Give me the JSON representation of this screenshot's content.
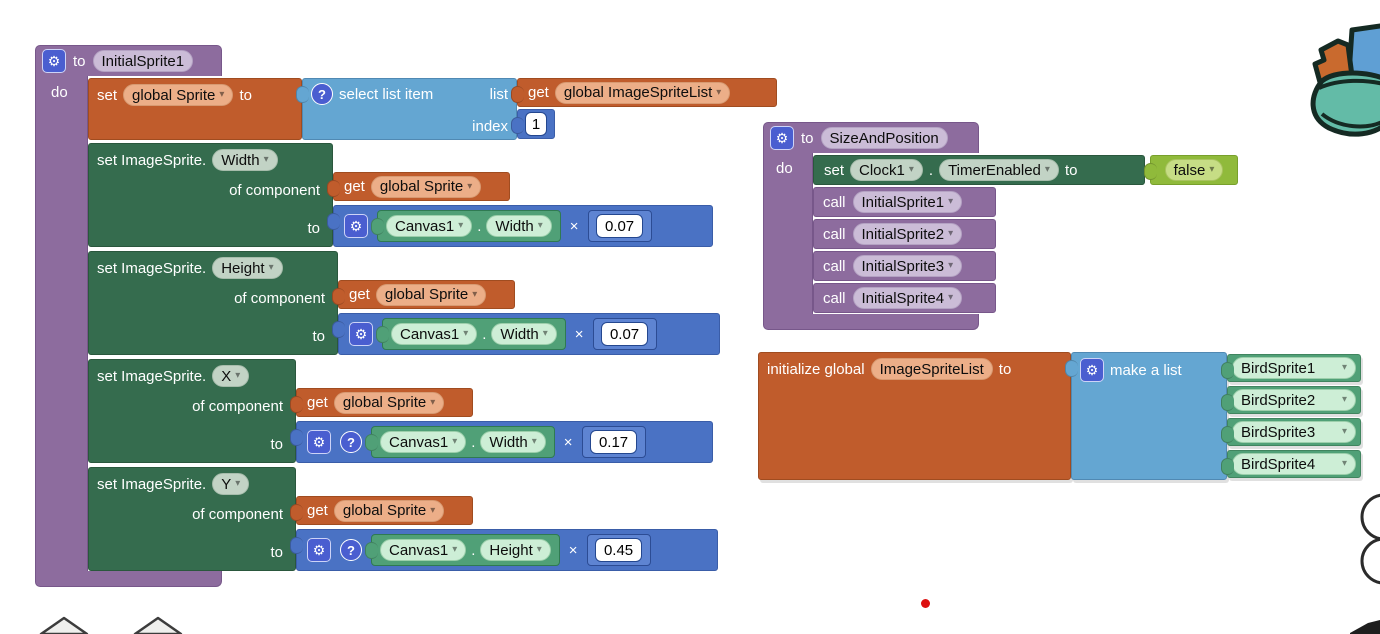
{
  "icons": {
    "gear": "⚙",
    "help": "?",
    "dropdown": "▾"
  },
  "punct": {
    "dot": "."
  },
  "proc_initial_sprite": {
    "to_label": "to",
    "name": "InitialSprite1",
    "do_label": "do",
    "set_sprite": {
      "set_label": "set",
      "variable": "global Sprite",
      "to_label": "to"
    },
    "select_list_item": {
      "label": "select list item",
      "list_label": "list",
      "index_label": "index",
      "index_value": "1"
    },
    "get_image_sprite_list": {
      "get_label": "get",
      "variable": "global ImageSpriteList"
    },
    "setter_common": {
      "set_label": "set ImageSprite.",
      "of_component_label": "of component",
      "to_label": "to",
      "get_label": "get",
      "get_variable": "global Sprite",
      "multiply": "×"
    },
    "setters": [
      {
        "property": "Width",
        "component": "Canvas1",
        "component_property": "Width",
        "factor": "0.07"
      },
      {
        "property": "Height",
        "component": "Canvas1",
        "component_property": "Width",
        "factor": "0.07"
      },
      {
        "property": "X",
        "component": "Canvas1",
        "component_property": "Width",
        "factor": "0.17"
      },
      {
        "property": "Y",
        "component": "Canvas1",
        "component_property": "Height",
        "factor": "0.45"
      }
    ]
  },
  "proc_size_and_position": {
    "to_label": "to",
    "name": "SizeAndPosition",
    "do_label": "do",
    "set_clock": {
      "set_label": "set",
      "component": "Clock1",
      "property": "TimerEnabled",
      "to_label": "to",
      "value": "false"
    },
    "call_label": "call",
    "calls": [
      "InitialSprite1",
      "InitialSprite2",
      "InitialSprite3",
      "InitialSprite4"
    ]
  },
  "init_list": {
    "label": "initialize global",
    "name": "ImageSpriteList",
    "to_label": "to",
    "make_list_label": "make a list",
    "items": [
      "BirdSprite1",
      "BirdSprite2",
      "BirdSprite3",
      "BirdSprite4"
    ]
  },
  "colors": {
    "procedure": "#8d6c9e",
    "variables": "#c05c2c",
    "lists": "#64a6d2",
    "math": "#4a72c4",
    "component_set": "#356c4e",
    "component_get": "#50a077",
    "logic": "#90ba3b",
    "highlight_dot": "#dd1010"
  }
}
